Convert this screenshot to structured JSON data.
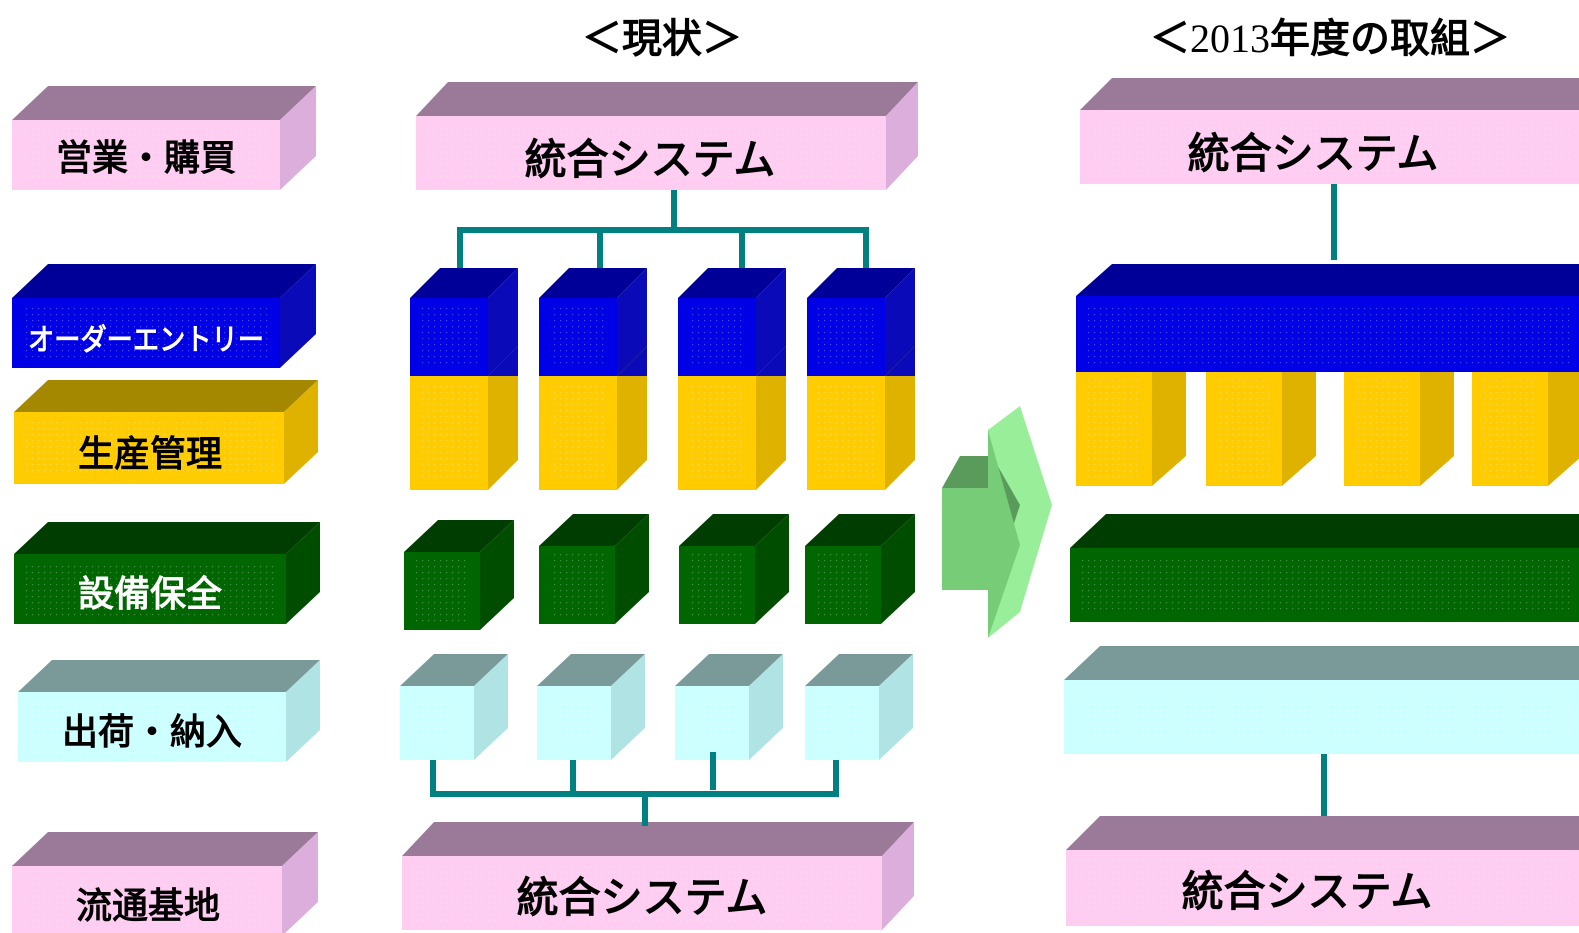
{
  "headers": {
    "current": "＜現状＞",
    "plan_prefix": "＜",
    "plan_year": "2013",
    "plan_suffix": "年度の取組＞"
  },
  "categories": [
    {
      "key": "sales",
      "label": "営業・購買"
    },
    {
      "key": "order_entry",
      "label": "オーダーエントリー"
    },
    {
      "key": "production",
      "label": "生産管理"
    },
    {
      "key": "maintenance",
      "label": "設備保全"
    },
    {
      "key": "shipping",
      "label": "出荷・納入"
    },
    {
      "key": "distribution",
      "label": "流通基地"
    }
  ],
  "integrated_system_label": "統合システム",
  "colors": {
    "pink_front": "#ffccf2",
    "pink_top": "#9a7a98",
    "pink_side": "#dcaedb",
    "blue_front": "#0000e6",
    "blue_top": "#000099",
    "blue_side": "#0a0ab8",
    "yellow_front": "#ffcc00",
    "yellow_top": "#a38800",
    "yellow_side": "#e0b200",
    "green_front": "#006600",
    "green_top": "#003d00",
    "green_side": "#004d00",
    "cyan_front": "#ccffff",
    "cyan_top": "#7a9a9a",
    "cyan_side": "#b0e3e3",
    "connector": "#008080",
    "arrow_front": "#77cc77",
    "arrow_side": "#99ee99"
  }
}
